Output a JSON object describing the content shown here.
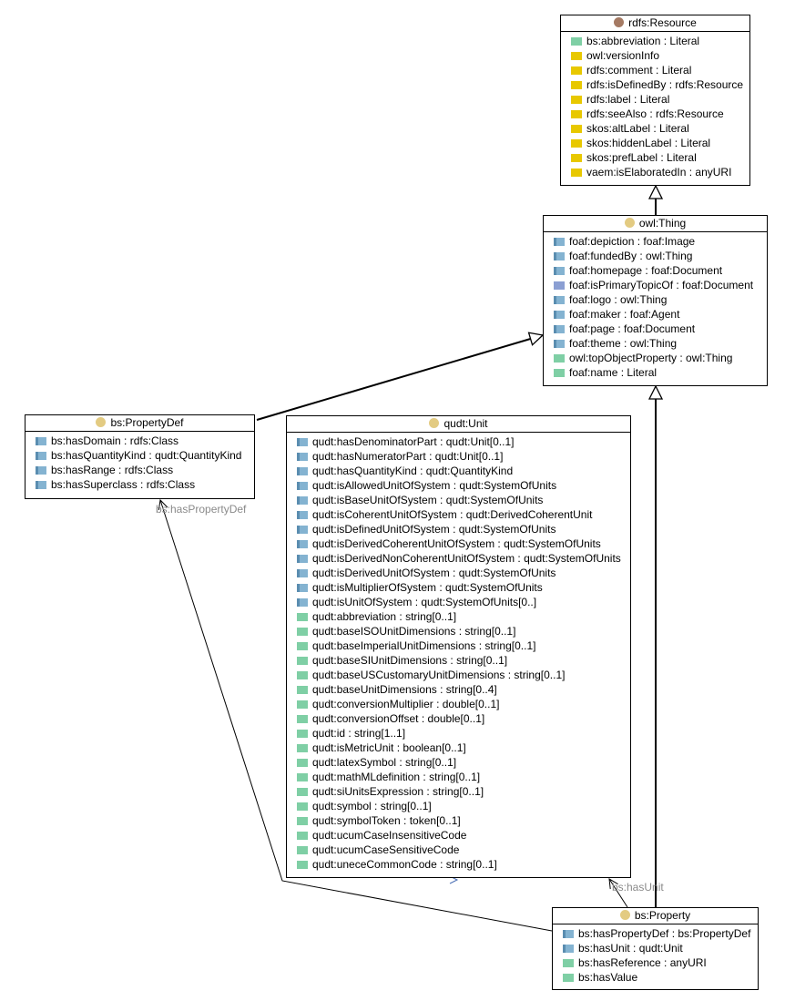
{
  "colors": {
    "class_dot": "#e3cb82",
    "resource_dot": "#a57a63",
    "literal": "#7fcfa5",
    "annotation": "#e8c800",
    "object": "#84b3d1",
    "inverse": "#8b9fd3",
    "edge_label": "#8a8a8a"
  },
  "classes": {
    "resource": {
      "title": "rdfs:Resource",
      "dot": "resource-dot",
      "attributes": [
        {
          "kind": "literal",
          "text": "bs:abbreviation : Literal"
        },
        {
          "kind": "annotation",
          "text": "owl:versionInfo"
        },
        {
          "kind": "annotation",
          "text": "rdfs:comment : Literal"
        },
        {
          "kind": "annotation",
          "text": "rdfs:isDefinedBy : rdfs:Resource"
        },
        {
          "kind": "annotation",
          "text": "rdfs:label : Literal"
        },
        {
          "kind": "annotation",
          "text": "rdfs:seeAlso : rdfs:Resource"
        },
        {
          "kind": "annotation",
          "text": "skos:altLabel : Literal"
        },
        {
          "kind": "annotation",
          "text": "skos:hiddenLabel : Literal"
        },
        {
          "kind": "annotation",
          "text": "skos:prefLabel : Literal"
        },
        {
          "kind": "annotation",
          "text": "vaem:isElaboratedIn : anyURI"
        }
      ]
    },
    "thing": {
      "title": "owl:Thing",
      "dot": "class-dot",
      "attributes": [
        {
          "kind": "object",
          "text": "foaf:depiction : foaf:Image"
        },
        {
          "kind": "object",
          "text": "foaf:fundedBy : owl:Thing"
        },
        {
          "kind": "object",
          "text": "foaf:homepage : foaf:Document"
        },
        {
          "kind": "inverse",
          "text": "foaf:isPrimaryTopicOf : foaf:Document"
        },
        {
          "kind": "object",
          "text": "foaf:logo : owl:Thing"
        },
        {
          "kind": "object",
          "text": "foaf:maker : foaf:Agent"
        },
        {
          "kind": "object",
          "text": "foaf:page : foaf:Document"
        },
        {
          "kind": "object",
          "text": "foaf:theme : owl:Thing"
        },
        {
          "kind": "literal",
          "text": "owl:topObjectProperty : owl:Thing"
        },
        {
          "kind": "literal",
          "text": "foaf:name : Literal"
        }
      ]
    },
    "propertydef": {
      "title": "bs:PropertyDef",
      "dot": "class-dot",
      "attributes": [
        {
          "kind": "object",
          "text": "bs:hasDomain : rdfs:Class"
        },
        {
          "kind": "object",
          "text": "bs:hasQuantityKind : qudt:QuantityKind"
        },
        {
          "kind": "object",
          "text": "bs:hasRange : rdfs:Class"
        },
        {
          "kind": "object",
          "text": "bs:hasSuperclass : rdfs:Class"
        }
      ]
    },
    "unit": {
      "title": "qudt:Unit",
      "dot": "class-dot",
      "attributes": [
        {
          "kind": "object",
          "text": "qudt:hasDenominatorPart : qudt:Unit[0..1]"
        },
        {
          "kind": "object",
          "text": "qudt:hasNumeratorPart : qudt:Unit[0..1]"
        },
        {
          "kind": "object",
          "text": "qudt:hasQuantityKind : qudt:QuantityKind"
        },
        {
          "kind": "object",
          "text": "qudt:isAllowedUnitOfSystem : qudt:SystemOfUnits"
        },
        {
          "kind": "object",
          "text": "qudt:isBaseUnitOfSystem : qudt:SystemOfUnits"
        },
        {
          "kind": "object",
          "text": "qudt:isCoherentUnitOfSystem : qudt:DerivedCoherentUnit"
        },
        {
          "kind": "object",
          "text": "qudt:isDefinedUnitOfSystem : qudt:SystemOfUnits"
        },
        {
          "kind": "object",
          "text": "qudt:isDerivedCoherentUnitOfSystem : qudt:SystemOfUnits"
        },
        {
          "kind": "object",
          "text": "qudt:isDerivedNonCoherentUnitOfSystem : qudt:SystemOfUnits"
        },
        {
          "kind": "object",
          "text": "qudt:isDerivedUnitOfSystem : qudt:SystemOfUnits"
        },
        {
          "kind": "object",
          "text": "qudt:isMultiplierOfSystem : qudt:SystemOfUnits"
        },
        {
          "kind": "object",
          "text": "qudt:isUnitOfSystem : qudt:SystemOfUnits[0..]"
        },
        {
          "kind": "literal",
          "text": "qudt:abbreviation : string[0..1]"
        },
        {
          "kind": "literal",
          "text": "qudt:baseISOUnitDimensions : string[0..1]"
        },
        {
          "kind": "literal",
          "text": "qudt:baseImperialUnitDimensions : string[0..1]"
        },
        {
          "kind": "literal",
          "text": "qudt:baseSIUnitDimensions : string[0..1]"
        },
        {
          "kind": "literal",
          "text": "qudt:baseUSCustomaryUnitDimensions : string[0..1]"
        },
        {
          "kind": "literal",
          "text": "qudt:baseUnitDimensions : string[0..4]"
        },
        {
          "kind": "literal",
          "text": "qudt:conversionMultiplier : double[0..1]"
        },
        {
          "kind": "literal",
          "text": "qudt:conversionOffset : double[0..1]"
        },
        {
          "kind": "literal",
          "text": "qudt:id : string[1..1]"
        },
        {
          "kind": "literal",
          "text": "qudt:isMetricUnit : boolean[0..1]"
        },
        {
          "kind": "literal",
          "text": "qudt:latexSymbol : string[0..1]"
        },
        {
          "kind": "literal",
          "text": "qudt:mathMLdefinition : string[0..1]"
        },
        {
          "kind": "literal",
          "text": "qudt:siUnitsExpression : string[0..1]"
        },
        {
          "kind": "literal",
          "text": "qudt:symbol : string[0..1]"
        },
        {
          "kind": "literal",
          "text": "qudt:symbolToken : token[0..1]"
        },
        {
          "kind": "literal",
          "text": "qudt:ucumCaseInsensitiveCode"
        },
        {
          "kind": "literal",
          "text": "qudt:ucumCaseSensitiveCode"
        },
        {
          "kind": "literal",
          "text": "qudt:uneceCommonCode : string[0..1]"
        }
      ]
    },
    "property": {
      "title": "bs:Property",
      "dot": "class-dot",
      "attributes": [
        {
          "kind": "object",
          "text": "bs:hasPropertyDef : bs:PropertyDef"
        },
        {
          "kind": "object",
          "text": "bs:hasUnit : qudt:Unit"
        },
        {
          "kind": "literal",
          "text": "bs:hasReference : anyURI"
        },
        {
          "kind": "literal",
          "text": "bs:hasValue"
        }
      ]
    }
  },
  "edge_labels": {
    "has_property_def": "bs:hasPropertyDef",
    "has_unit": "bs:hasUnit"
  }
}
